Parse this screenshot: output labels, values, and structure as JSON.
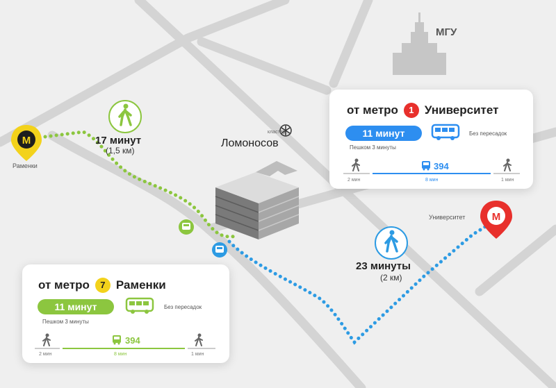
{
  "landmarks": {
    "msu": "МГУ",
    "cluster_small": "кластер",
    "cluster_name": "Ломоносов",
    "station_west": "Раменки",
    "station_east": "Университет"
  },
  "walk_west": {
    "duration": "17 минут",
    "distance": "(1,5 км)"
  },
  "walk_east": {
    "duration": "23 минуты",
    "distance": "(2 км)"
  },
  "card_university": {
    "prefix": "от метро",
    "line_number": "1",
    "station": "Университет",
    "bus_time": "11 минут",
    "transfer": "Без пересадок",
    "walk_note": "Пешком 3 минуты",
    "bus_route": "394",
    "walk_before": "2 мин",
    "ride": "8 мин",
    "walk_after": "1 мин",
    "color": "#2d8ef0",
    "line_color": "#e8302c"
  },
  "card_ramenki": {
    "prefix": "от метро",
    "line_number": "7",
    "station": "Раменки",
    "bus_time": "11 минут",
    "transfer": "Без пересадок",
    "walk_note": "Пешком 3 минуты",
    "bus_route": "394",
    "walk_before": "2 мин",
    "ride": "8 мин",
    "walk_after": "1 мин",
    "color": "#8cc63f",
    "line_color": "#f3d21b"
  }
}
